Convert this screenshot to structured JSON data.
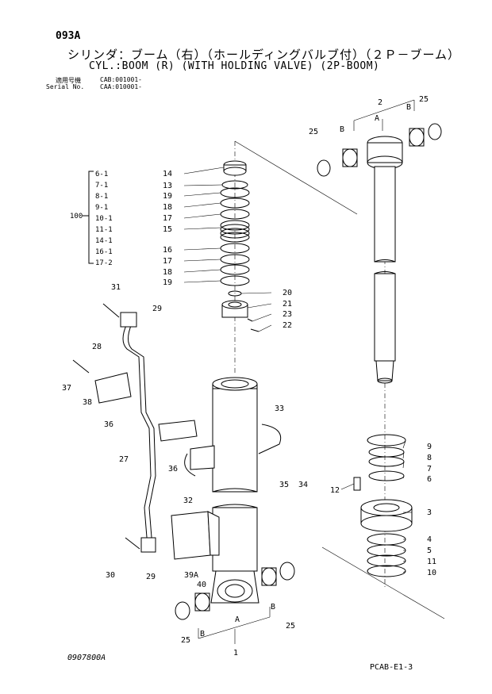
{
  "header": {
    "code": "093A",
    "title_jp": "シリンダ：ブーム（右）（ホールディングバルブ付）（２Ｐ－ブーム）",
    "title_en": "CYL.:BOOM (R) (WITH HOLDING VALVE) (2P-BOOM)",
    "model_label": "適用号機",
    "model_value": "CAB:001001-",
    "serial_label": "Serial No.",
    "serial_value": "CAA:010001-"
  },
  "kit": {
    "label": "100",
    "items": [
      "6-1",
      "7-1",
      "8-1",
      "9-1",
      "10-1",
      "11-1",
      "14-1",
      "16-1",
      "17-2"
    ]
  },
  "callouts": {
    "c14": "14",
    "c13": "13",
    "c19a": "19",
    "c18a": "18",
    "c17a": "17",
    "c15": "15",
    "c16": "16",
    "c17b": "17",
    "c18b": "18",
    "c19b": "19",
    "c20": "20",
    "c21": "21",
    "c23": "23",
    "c22": "22",
    "c31": "31",
    "c29a": "29",
    "c28": "28",
    "c37": "37",
    "c38": "38",
    "c36a": "36",
    "c27": "27",
    "c36b": "36",
    "c32": "32",
    "c33": "33",
    "c35": "35",
    "c34": "34",
    "c30": "30",
    "c29b": "29",
    "c39a": "39A",
    "c40": "40",
    "c25a": "25",
    "cBa": "B",
    "cAa": "A",
    "c1": "1",
    "c25b": "25",
    "cBb": "B",
    "c2": "2",
    "cBc": "B",
    "cA2": "A",
    "cB2": "B",
    "c25c": "25",
    "c25d": "25",
    "c9": "9",
    "c8": "8",
    "c7": "7",
    "c6": "6",
    "c12": "12",
    "c3": "3",
    "c4": "4",
    "c5": "5",
    "c11": "11",
    "c10": "10"
  },
  "footer": {
    "drawing_no": "0907800A",
    "page_ref": "PCAB-E1-3"
  }
}
